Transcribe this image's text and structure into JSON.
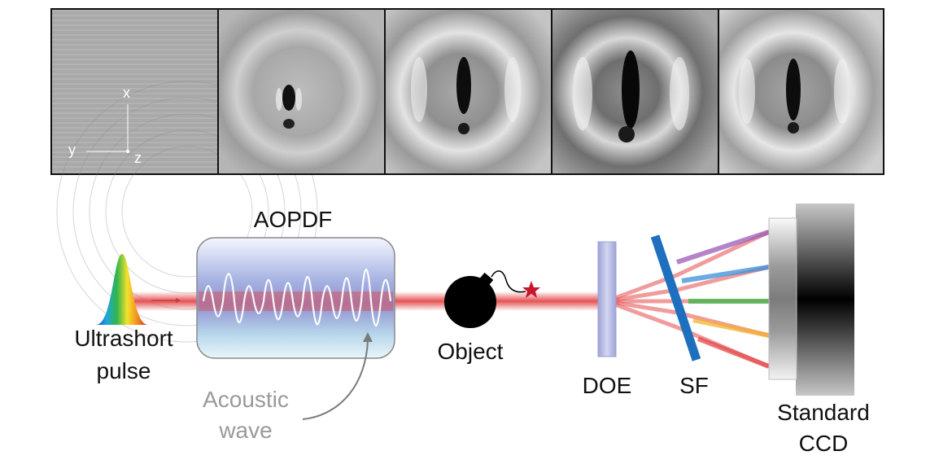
{
  "frames": [
    {
      "id": "frame-1"
    },
    {
      "id": "frame-2"
    },
    {
      "id": "frame-3"
    },
    {
      "id": "frame-4"
    },
    {
      "id": "frame-5"
    }
  ],
  "axes": {
    "x": "x",
    "y": "y",
    "z": "z"
  },
  "labels": {
    "aopdf": "AOPDF",
    "pulse_line1": "Ultrashort",
    "pulse_line2": "pulse",
    "acoustic_line1": "Acoustic",
    "acoustic_line2": "wave",
    "object": "Object",
    "doe": "DOE",
    "sf": "SF",
    "ccd_line1": "Standard",
    "ccd_line2": "CCD"
  },
  "colors": {
    "beam": "#e34a4a",
    "sf": "#1f6fbf",
    "doe": "#b9bde0",
    "acoustic_text": "#9a9a9a",
    "star": "#c8162b",
    "branches": [
      "#9b59b6",
      "#3a8fd8",
      "#3bb54a",
      "#f2b233",
      "#e34a4a"
    ]
  }
}
